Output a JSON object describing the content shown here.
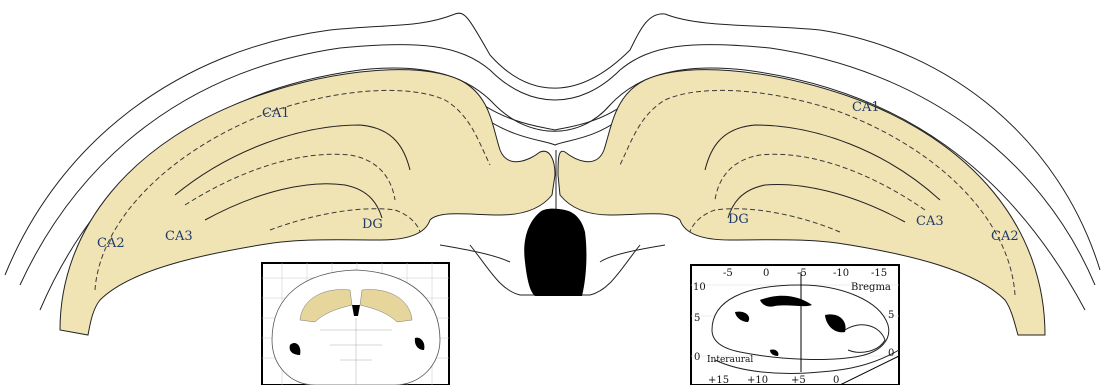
{
  "colors": {
    "hippocampus_fill": "#f0e3b4",
    "outline": "#222222",
    "label_text": "#1f3a6a",
    "ventricle": "#000000",
    "background": "#ffffff"
  },
  "main_diagram": {
    "labels": {
      "ca1_left": "CA1",
      "ca1_right": "CA1",
      "ca2_left": "CA2",
      "ca2_right": "CA2",
      "ca3_left": "CA3",
      "ca3_right": "CA3",
      "dg_left": "DG",
      "dg_right": "DG"
    }
  },
  "inset_sagittal": {
    "top_ticks": [
      "-5",
      "0",
      "-5",
      "-10",
      "-15"
    ],
    "bottom_ticks": [
      "+15",
      "+10",
      "+5",
      "0"
    ],
    "left_ticks": [
      "10",
      "5",
      "0"
    ],
    "right_ticks": [
      "5",
      "0"
    ],
    "bregma_label": "Bregma",
    "interaural_label": "Interaural"
  }
}
